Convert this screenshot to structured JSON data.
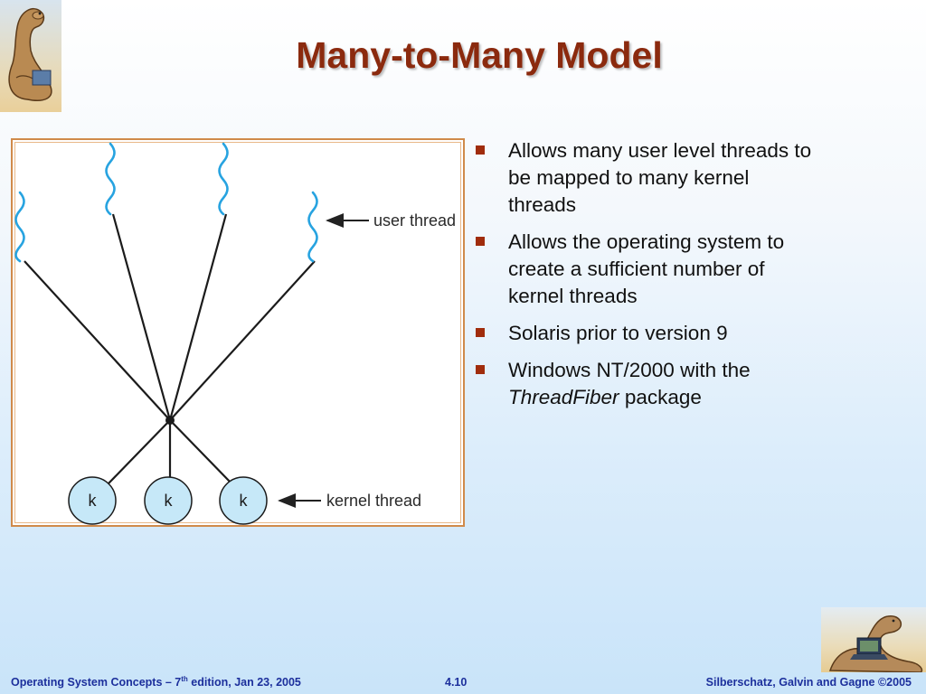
{
  "slide": {
    "title": "Many-to-Many Model"
  },
  "diagram": {
    "user_thread_label": "user thread",
    "kernel_thread_label": "kernel thread",
    "kernel_nodes": [
      "k",
      "k",
      "k"
    ]
  },
  "bullets": [
    {
      "text": "Allows many user level threads to be mapped to many kernel threads"
    },
    {
      "text": "Allows the  operating system to create a sufficient number of kernel threads"
    },
    {
      "text": "Solaris prior to version 9"
    },
    {
      "text_before": "Windows NT/2000 with the ",
      "text_italic": "ThreadFiber",
      "text_after": " package"
    }
  ],
  "footer": {
    "left_prefix": "Operating System Concepts – 7",
    "left_sup": "th",
    "left_suffix": " edition, Jan 23, 2005",
    "center": "4.10",
    "right": "Silberschatz, Galvin and Gagne ©2005"
  },
  "colors": {
    "title": "#8b2a0e",
    "bullet": "#a02c0c",
    "footer": "#1c2f9c",
    "thread_wave": "#27a3e0",
    "kernel_node_fill": "#c6e8f8"
  }
}
